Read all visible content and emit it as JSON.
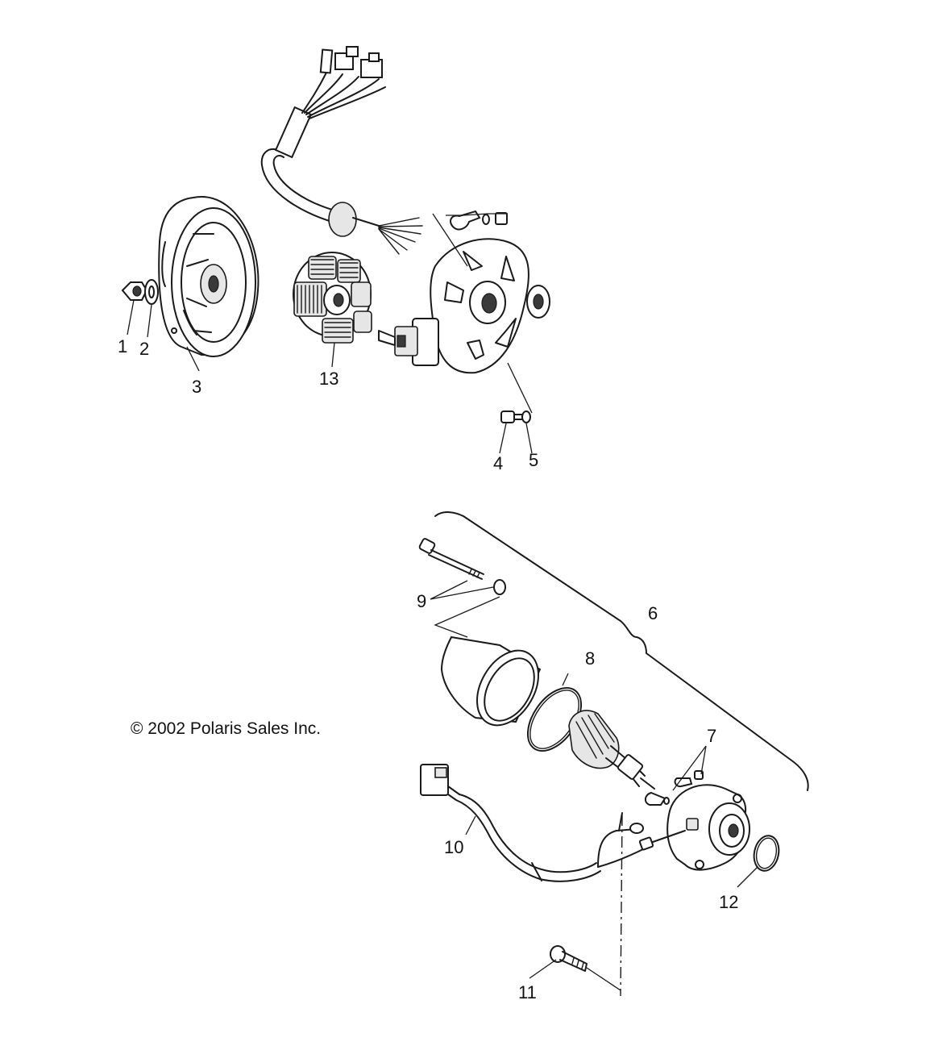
{
  "callouts": [
    {
      "id": "1",
      "text": "1"
    },
    {
      "id": "2",
      "text": "2"
    },
    {
      "id": "3",
      "text": "3"
    },
    {
      "id": "4",
      "text": "4"
    },
    {
      "id": "5",
      "text": "5"
    },
    {
      "id": "6",
      "text": "6"
    },
    {
      "id": "7",
      "text": "7"
    },
    {
      "id": "8",
      "text": "8"
    },
    {
      "id": "9",
      "text": "9"
    },
    {
      "id": "10",
      "text": "10"
    },
    {
      "id": "11",
      "text": "11"
    },
    {
      "id": "12",
      "text": "12"
    },
    {
      "id": "13",
      "text": "13"
    }
  ],
  "copyright": "© 2002 Polaris Sales Inc."
}
